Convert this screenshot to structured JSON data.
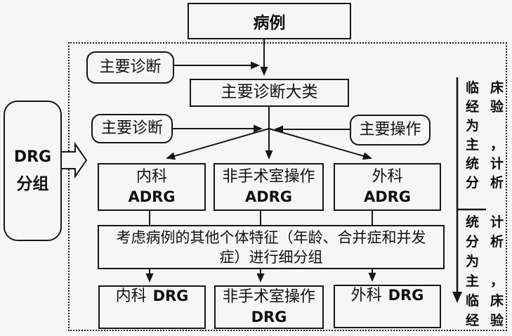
{
  "diagram": {
    "colors": {
      "background": "#f6f6f6",
      "line": "#161616",
      "text": "#101010"
    },
    "nodes": {
      "case": {
        "label": "病例"
      },
      "primary_dx_top": {
        "label": "主要诊断"
      },
      "mdc": {
        "label": "主要诊断大类"
      },
      "primary_dx_mid": {
        "label": "主要诊断"
      },
      "primary_proc": {
        "label": "主要操作"
      },
      "adrg_internal": {
        "cn": "内科",
        "en": "ADRG"
      },
      "adrg_nonor": {
        "cn": "非手术室操作",
        "en": "ADRG"
      },
      "adrg_surgical": {
        "cn": "外科",
        "en": "ADRG"
      },
      "subdivision": {
        "label": "考虑病例的其他个体特征（年龄、合并症和并发症）进行细分组"
      },
      "drg_internal": {
        "cn": "内科",
        "en": "DRG"
      },
      "drg_nonor": {
        "cn": "非手术室操作",
        "en": "DRG"
      },
      "drg_surgical": {
        "cn": "外科",
        "en": "DRG"
      },
      "process": {
        "en": "DRG",
        "cn": "分组"
      }
    },
    "annotation": {
      "top_rows": [
        "临床",
        "经验",
        "为",
        "主，",
        "统计",
        "分析"
      ],
      "bottom_rows": [
        "统计",
        "分析",
        "为",
        "主，",
        "临床",
        "经验"
      ]
    }
  }
}
